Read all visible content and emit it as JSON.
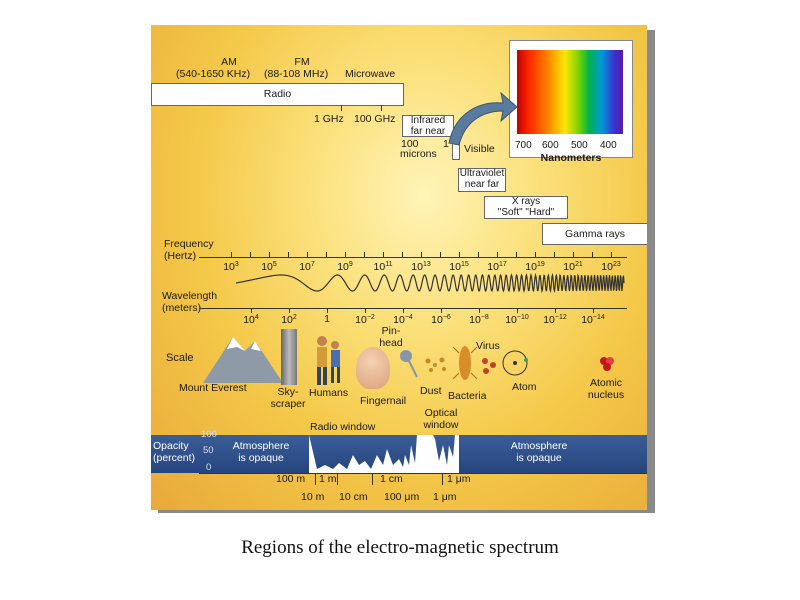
{
  "caption": "Regions of the electro-magnetic spectrum",
  "radio_top": {
    "am": "AM",
    "am_range": "(540-1650 KHz)",
    "fm": "FM",
    "fm_range": "(88-108 MHz)",
    "microwave": "Microwave"
  },
  "bands": {
    "radio": "Radio",
    "infrared": "Infrared",
    "infrared_sub": "far  near",
    "visible": "Visible",
    "ultraviolet": "Ultraviolet",
    "ultraviolet_sub": "near  far",
    "xrays": "X rays",
    "xrays_sub": "\"Soft\"  \"Hard\"",
    "gamma": "Gamma rays"
  },
  "freq_marks": {
    "f1": "1 GHz",
    "f2": "100 GHz",
    "micron_num": "100",
    "micron_one": "1",
    "microns": "microns"
  },
  "visible_inset": {
    "ticks": [
      "700",
      "600",
      "500",
      "400"
    ],
    "unit": "Nanometers"
  },
  "frequency_axis": {
    "label": "Frequency",
    "unit": "(Hertz)",
    "exponents": [
      "3",
      "5",
      "7",
      "9",
      "11",
      "13",
      "15",
      "17",
      "19",
      "21",
      "23"
    ],
    "base": "10"
  },
  "wavelength_axis": {
    "label": "Wavelength",
    "unit": "(meters)",
    "labels": [
      {
        "base": "10",
        "exp": "4"
      },
      {
        "base": "10",
        "exp": "2"
      },
      {
        "base": "1",
        "exp": ""
      },
      {
        "base": "10",
        "exp": "−2"
      },
      {
        "base": "10",
        "exp": "−4"
      },
      {
        "base": "10",
        "exp": "−6"
      },
      {
        "base": "10",
        "exp": "−8"
      },
      {
        "base": "10",
        "exp": "−10"
      },
      {
        "base": "10",
        "exp": "−12"
      },
      {
        "base": "10",
        "exp": "−14"
      }
    ]
  },
  "scale": {
    "label": "Scale",
    "everest": "Mount Everest",
    "skyscraper": "Sky-\nscraper",
    "humans": "Humans",
    "fingernail": "Fingernail",
    "pinhead": "Pin-\nhead",
    "dust": "Dust",
    "bacteria": "Bacteria",
    "virus": "Virus",
    "atom": "Atom",
    "nucleus": "Atomic\nnucleus"
  },
  "windows": {
    "radio": "Radio window",
    "optical": "Optical\nwindow"
  },
  "opacity": {
    "label": "Opacity\n(percent)",
    "v100": "100",
    "v50": "50",
    "v0": "0",
    "opaque_left": "Atmosphere\nis opaque",
    "opaque_right": "Atmosphere\nis opaque"
  },
  "bottom_scale": {
    "row1": [
      "100 m",
      "1 m",
      "1 cm",
      "1 μm"
    ],
    "row2": [
      "10 m",
      "10 cm",
      "100 μm",
      "1 μm"
    ]
  }
}
